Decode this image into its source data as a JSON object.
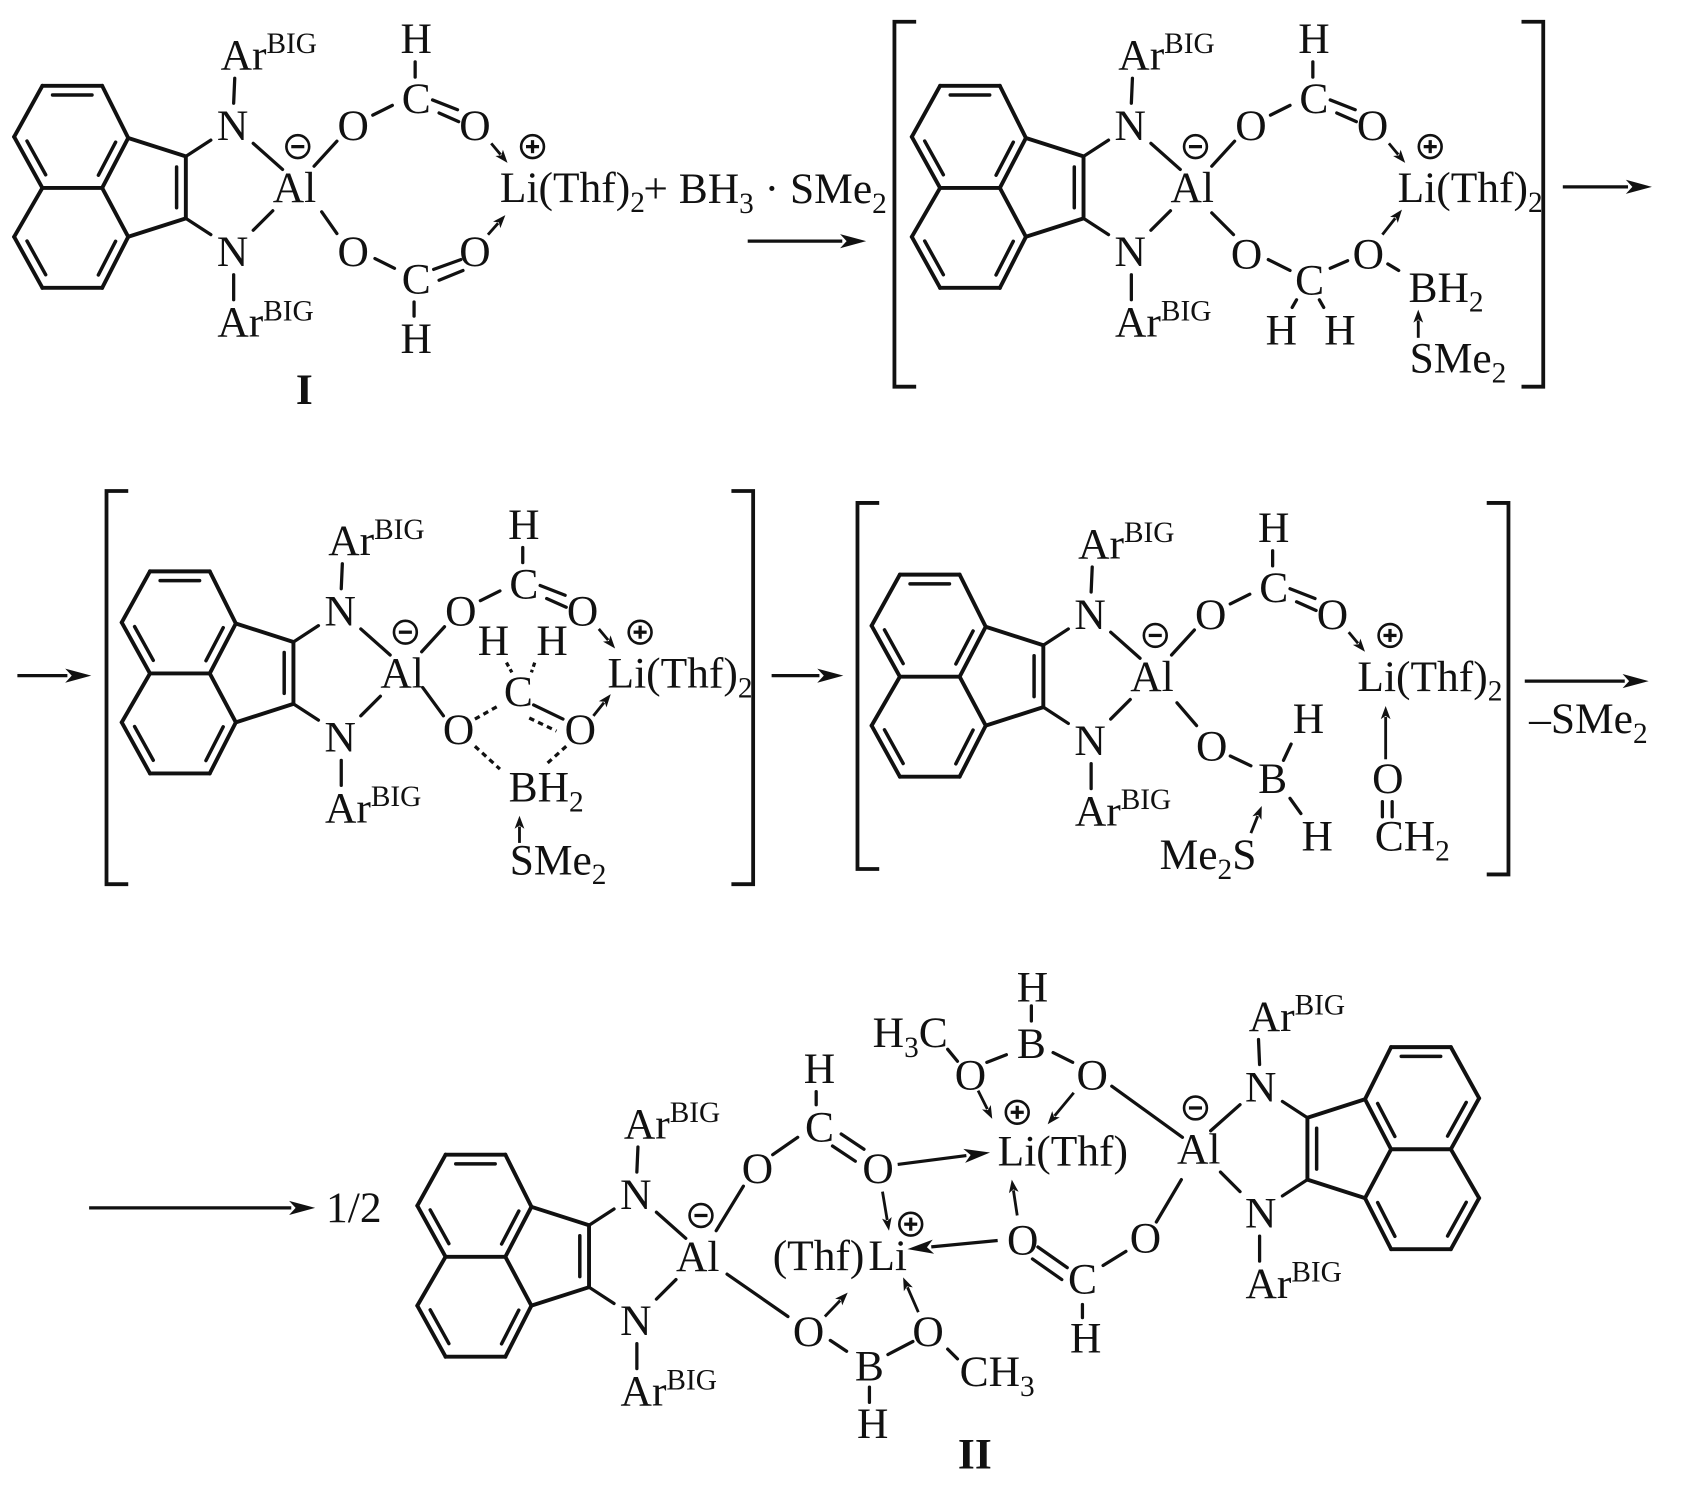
{
  "colors": {
    "ink": "#111111",
    "background": "#ffffff"
  },
  "labels": {
    "N": "N",
    "Al": "Al",
    "O": "O",
    "C": "C",
    "H": "H",
    "B": "B",
    "ar_big": [
      {
        "t": "Ar"
      },
      {
        "sup": "BIG"
      }
    ],
    "li_thf2": [
      {
        "t": "Li(Thf)"
      },
      {
        "sub": "2"
      }
    ],
    "li_thf": "Li(Thf)",
    "thf": "(Thf)",
    "li": "Li",
    "bh2": [
      {
        "t": "BH"
      },
      {
        "sub": "2"
      }
    ],
    "sme2": [
      {
        "t": "SMe"
      },
      {
        "sub": "2"
      }
    ],
    "me2s": [
      {
        "t": "Me"
      },
      {
        "sub": "2"
      },
      {
        "t": "S"
      }
    ],
    "ch2": [
      {
        "t": "CH"
      },
      {
        "sub": "2"
      }
    ],
    "ch3": [
      {
        "t": "CH"
      },
      {
        "sub": "3"
      }
    ],
    "h3c": [
      {
        "t": "H"
      },
      {
        "sub": "3"
      },
      {
        "t": "C"
      }
    ]
  },
  "reagent": [
    {
      "t": "+ BH"
    },
    {
      "sub": "3"
    },
    {
      "t": " · SMe"
    },
    {
      "sub": "2"
    }
  ],
  "byproduct": [
    {
      "t": "–SMe"
    },
    {
      "sub": "2"
    }
  ],
  "stoichiometry": "1/2",
  "compounds": {
    "reactant": "I",
    "product": "II"
  }
}
